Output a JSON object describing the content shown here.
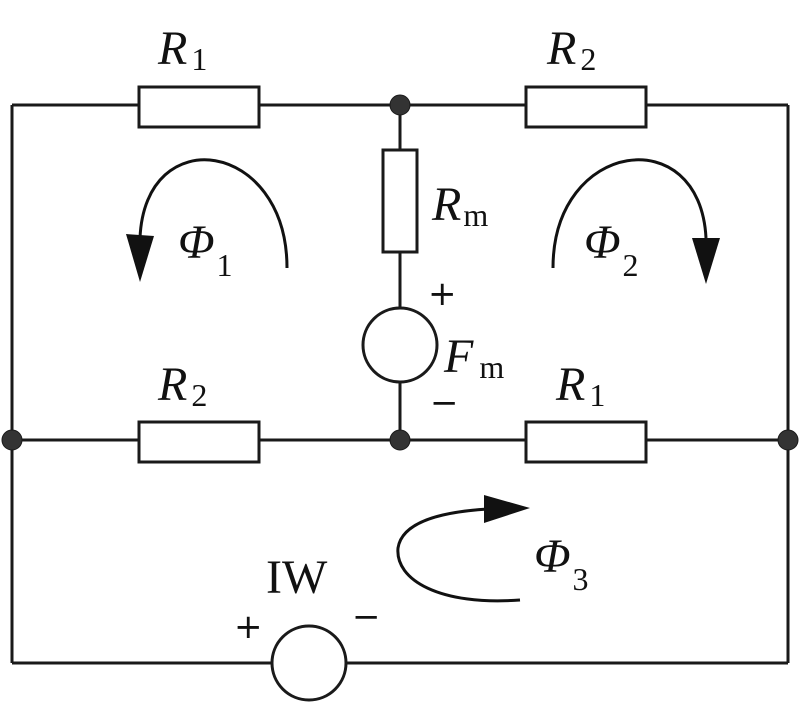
{
  "resistors": {
    "top_left": {
      "symbol": "R",
      "sub": "1"
    },
    "top_right": {
      "symbol": "R",
      "sub": "2"
    },
    "bottom_left": {
      "symbol": "R",
      "sub": "2"
    },
    "bottom_right": {
      "symbol": "R",
      "sub": "1"
    },
    "middle": {
      "symbol": "R",
      "sub": "m"
    }
  },
  "sources": {
    "fm": {
      "symbol": "F",
      "sub": "m",
      "plus": "+",
      "minus": "−"
    },
    "iw": {
      "label": "IW",
      "plus": "+",
      "minus": "−"
    }
  },
  "fluxes": {
    "phi1": {
      "symbol": "Φ",
      "sub": "1"
    },
    "phi2": {
      "symbol": "Φ",
      "sub": "2"
    },
    "phi3": {
      "symbol": "Φ",
      "sub": "3"
    }
  }
}
